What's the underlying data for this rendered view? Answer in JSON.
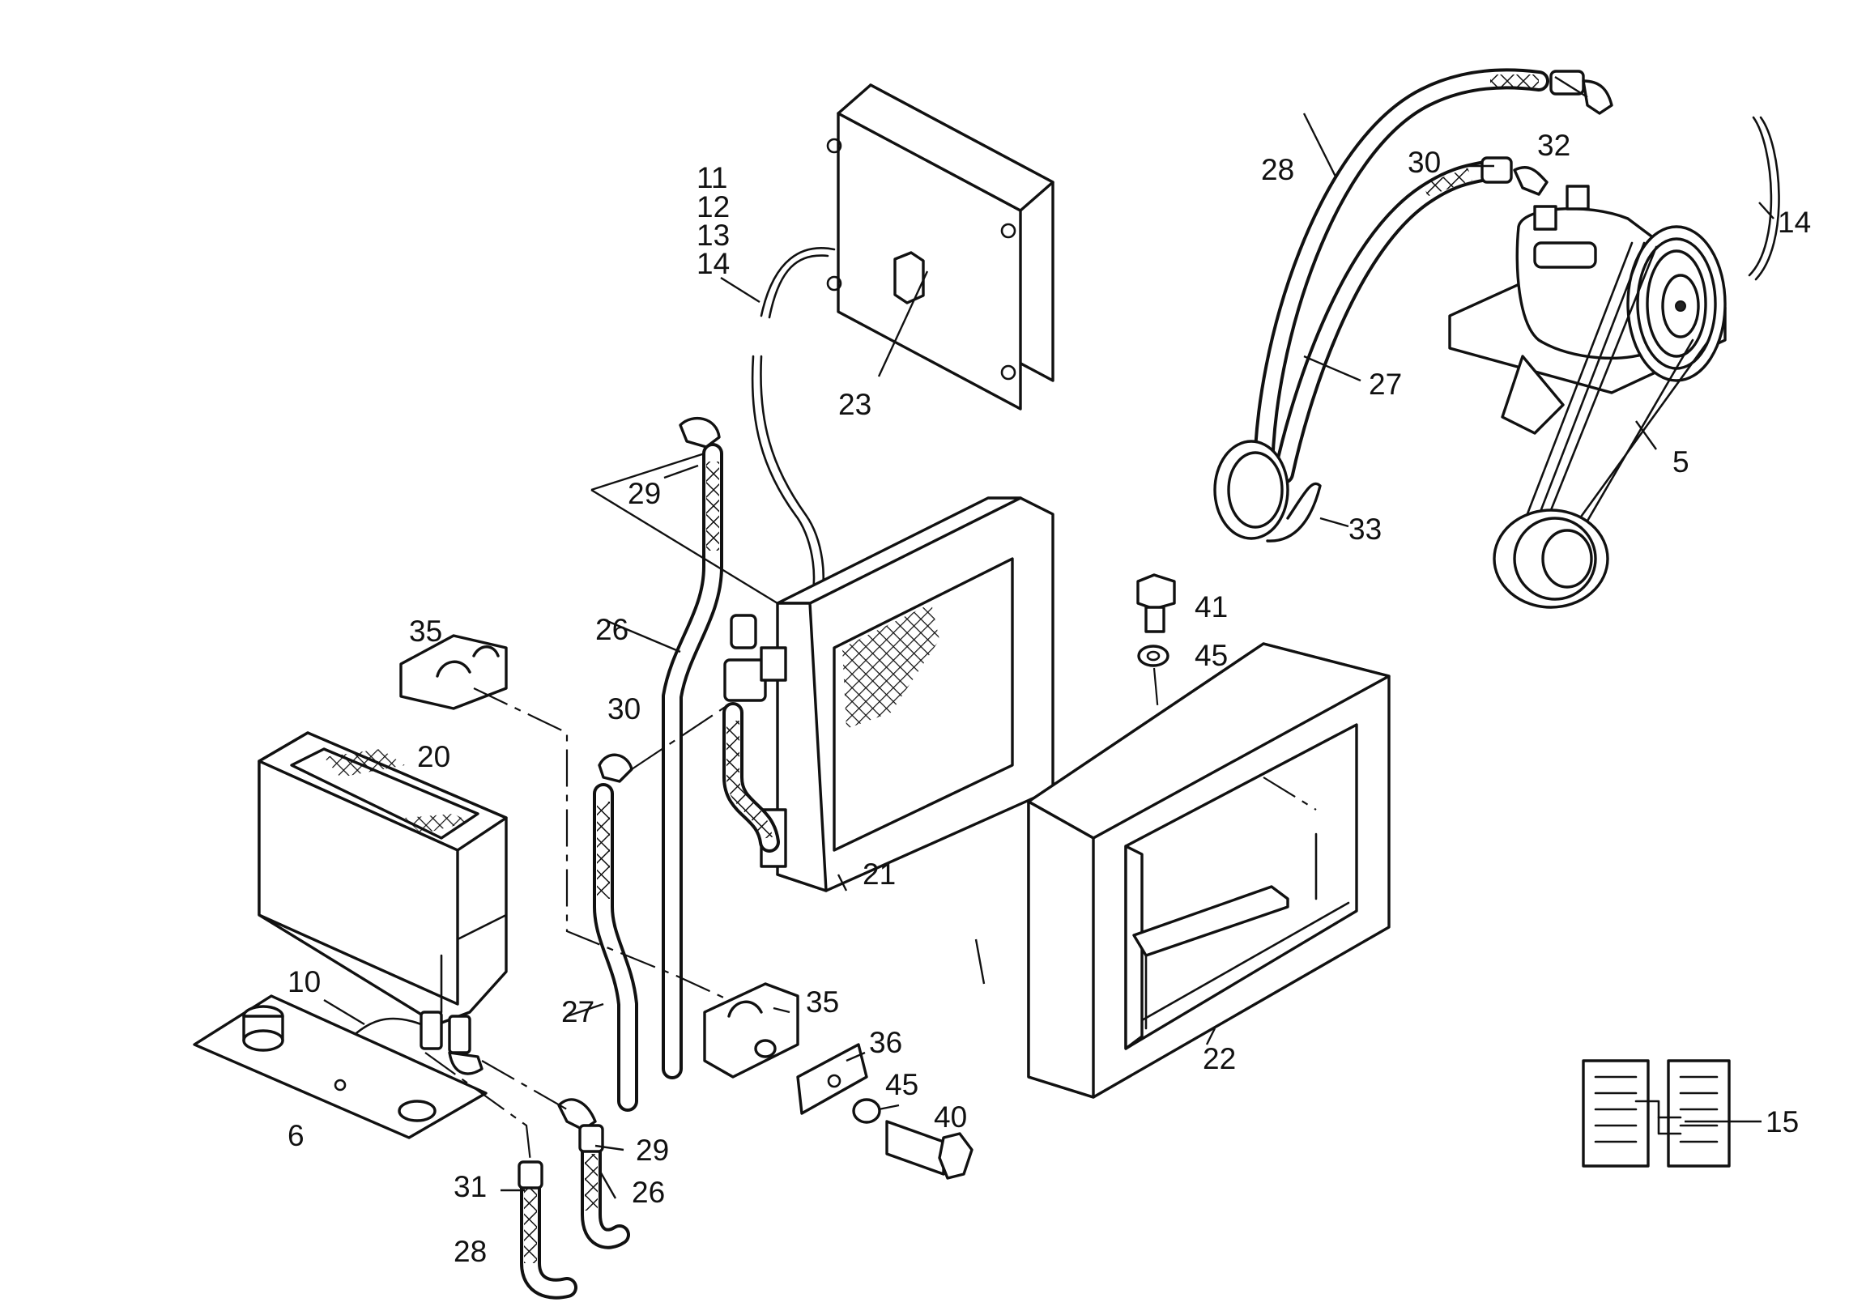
{
  "callouts": {
    "c5": "5",
    "c6": "6",
    "c10": "10",
    "c11": "11",
    "c12": "12",
    "c13": "13",
    "c14a": "14",
    "c14b": "14",
    "c15": "15",
    "c20": "20",
    "c21": "21",
    "c22": "22",
    "c23": "23",
    "c26a": "26",
    "c26b": "26",
    "c27a": "27",
    "c27b": "27",
    "c28a": "28",
    "c28b": "28",
    "c29a": "29",
    "c29b": "29",
    "c30a": "30",
    "c30b": "30",
    "c31": "31",
    "c32": "32",
    "c33": "33",
    "c35a": "35",
    "c35b": "35",
    "c36": "36",
    "c40": "40",
    "c41": "41",
    "c45a": "45",
    "c45b": "45"
  }
}
